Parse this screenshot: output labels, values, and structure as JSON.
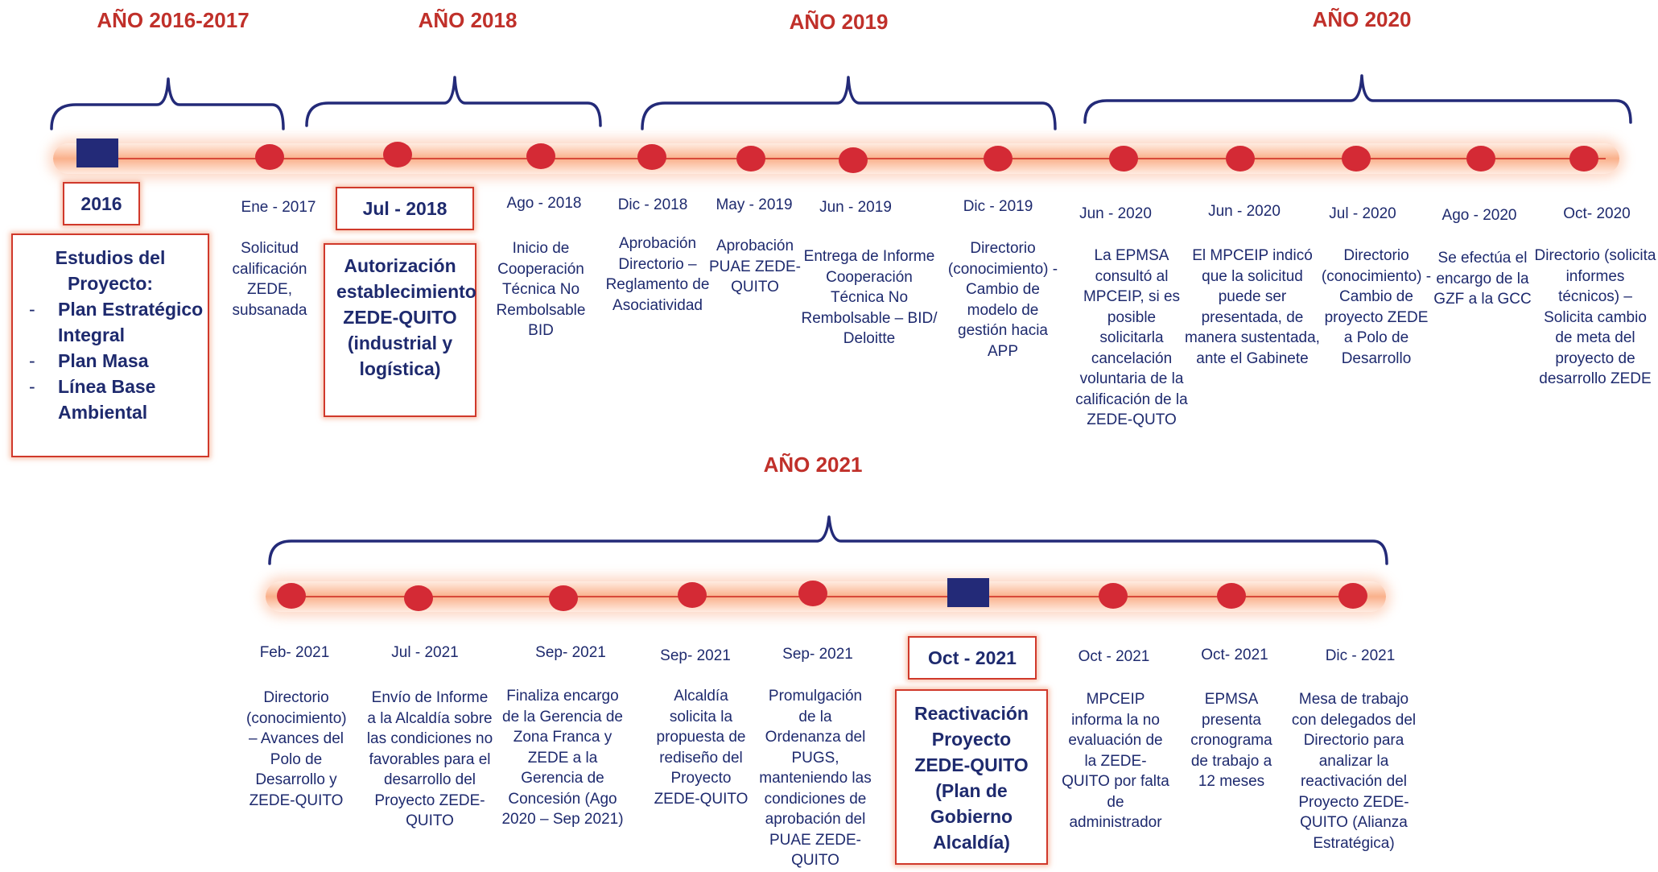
{
  "years": {
    "y2016_2017": "AÑO 2016-2017",
    "y2018": "AÑO 2018",
    "y2019": "AÑO 2019",
    "y2020": "AÑO 2020",
    "y2021": "AÑO 2021"
  },
  "colors": {
    "year_text": "#c0302a",
    "body_text": "#1e2a6e",
    "dot": "#d42a35",
    "square": "#232a78",
    "bracket": "#232a78"
  },
  "row1": {
    "e2016": {
      "date": "2016",
      "title": "Estudios del Proyecto:",
      "items": [
        "Plan Estratégico Integral",
        "Plan Masa",
        "Línea Base Ambiental"
      ]
    },
    "e2017": {
      "date": "Ene - 2017",
      "desc": "Solicitud calificación ZEDE, subsanada"
    },
    "e2018a": {
      "date": "Jul - 2018",
      "desc": "Autorización establecimiento ZEDE-QUITO (industrial y logística)"
    },
    "e2018b": {
      "date": "Ago - 2018",
      "desc": "Inicio de Cooperación Técnica No Rembolsable BID"
    },
    "e2018c": {
      "date": "Dic - 2018",
      "desc": "Aprobación Directorio – Reglamento de Asociatividad"
    },
    "e2019a": {
      "date": "May - 2019",
      "desc": "Aprobación PUAE ZEDE-QUITO"
    },
    "e2019b": {
      "date": "Jun - 2019",
      "desc": "Entrega de Informe Cooperación Técnica No Rembolsable – BID/ Deloitte"
    },
    "e2019c": {
      "date": "Dic - 2019",
      "desc": "Directorio (conocimiento) - Cambio de modelo de gestión hacia APP"
    },
    "e2020a": {
      "date": "Jun - 2020",
      "desc": "La EPMSA consultó al MPCEIP, si es posible solicitarla cancelación voluntaria de la calificación de la ZEDE-QUTO"
    },
    "e2020b": {
      "date": "Jun - 2020",
      "desc": "El MPCEIP indicó que la solicitud puede ser presentada, de manera sustentada, ante el Gabinete"
    },
    "e2020c": {
      "date": "Jul - 2020",
      "desc": "Directorio (conocimiento) - Cambio de proyecto ZEDE a Polo de Desarrollo"
    },
    "e2020d": {
      "date": "Ago - 2020",
      "desc": "Se efectúa el encargo de la GZF a la GCC"
    },
    "e2020e": {
      "date": "Oct- 2020",
      "desc": "Directorio (solicita informes técnicos) – Solicita cambio de meta del proyecto de desarrollo ZEDE"
    }
  },
  "row2": {
    "e1": {
      "date": "Feb- 2021",
      "desc": "Directorio (conocimiento) – Avances del Polo de Desarrollo y ZEDE-QUITO"
    },
    "e2": {
      "date": "Jul - 2021",
      "desc": "Envío de Informe a la Alcaldía sobre las condiciones no favorables para el desarrollo del Proyecto ZEDE-QUITO"
    },
    "e3": {
      "date": "Sep- 2021",
      "desc": "Finaliza encargo de la Gerencia de Zona Franca y ZEDE a la Gerencia de Concesión (Ago 2020 – Sep 2021)"
    },
    "e4": {
      "date": "Sep- 2021",
      "desc": "Alcaldía solicita la propuesta de rediseño del Proyecto ZEDE-QUITO"
    },
    "e5": {
      "date": "Sep- 2021",
      "desc": "Promulgación de la Ordenanza del PUGS, manteniendo las condiciones de aprobación del PUAE ZEDE-QUITO"
    },
    "e6": {
      "date": "Oct - 2021",
      "desc": "Reactivación Proyecto ZEDE-QUITO (Plan de Gobierno Alcaldía)"
    },
    "e7": {
      "date": "Oct - 2021",
      "desc": "MPCEIP informa la no evaluación de la ZEDE-QUITO por falta de administrador"
    },
    "e8": {
      "date": "Oct- 2021",
      "desc": "EPMSA presenta cronograma de trabajo a 12 meses"
    },
    "e9": {
      "date": "Dic - 2021",
      "desc": "Mesa de trabajo con delegados del Directorio para analizar la reactivación del Proyecto ZEDE-QUITO (Alianza Estratégica)"
    }
  }
}
